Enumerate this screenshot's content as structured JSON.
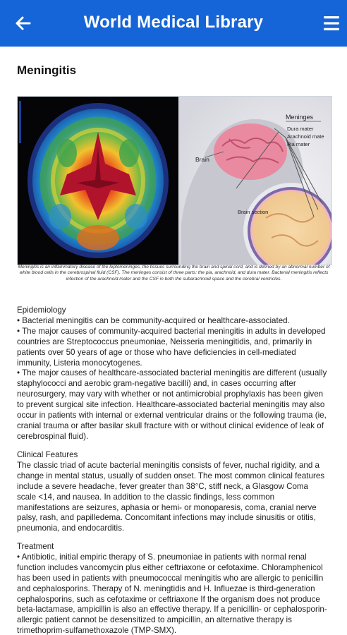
{
  "header": {
    "title": "World Medical Library",
    "back_icon": "arrow-left-icon",
    "menu_icon": "hamburger-menu-icon",
    "color": "#1565d8"
  },
  "article": {
    "title": "Meningitis",
    "figure": {
      "labels": {
        "meninges": "Meninges",
        "dura": "Dura mater",
        "arachnoid": "Arachnoid mate",
        "pia": "Pia mater",
        "brain": "Brain",
        "section": "Brain section"
      }
    },
    "caption": "Meningitis is an inflammatory disease of the leptomeninges, the tissues surrounding the brain and spinal cord, and is defined by an abnormal number of white blood cells in the cerebrospinal fluid (CSF). The meninges consist of three parts: the pia, arachnoid, and dura mater. Bacterial meningitis reflects infection of the arachnoid mater and the CSF in both the subarachnoid space and the cerebral ventricles.",
    "sections": [
      {
        "heading": "Epidemiology",
        "paragraphs": [
          "• Bacterial meningitis can be community-acquired or healthcare-associated.",
          "• The major causes of community-acquired bacterial meningitis in adults in developed countries are Streptococcus pneumoniae, Neisseria meningitidis, and, primarily in patients over 50 years of age or those who have deficiencies in cell-mediated immunity, Listeria monocytogenes.",
          "• The major causes of healthcare-associated bacterial meningitis are different (usually staphylococci and aerobic gram-negative bacilli) and, in cases occurring after neurosurgery, may vary with whether or not antimicrobial prophylaxis has been given to prevent surgical site infection. Healthcare-associated bacterial meningitis may also occur in patients with internal or external ventricular drains or the following trauma (ie, cranial trauma or after basilar skull fracture with or without clinical evidence of leak of cerebrospinal fluid)."
        ]
      },
      {
        "heading": "Clinical Features",
        "paragraphs": [
          "The classic triad of acute bacterial meningitis consists of fever, nuchal rigidity, and a change in mental status, usually of sudden onset. The most common clinical features include a severe headache, fever greater than 38°C, stiff neck, a Glasgow Coma scale <14, and nausea. In addition to the classic findings, less common manifestations are seizures, aphasia or hemi- or monoparesis, coma, cranial nerve palsy, rash, and papilledema. Concomitant infections may include sinusitis or otitis, pneumonia, and endocarditis."
        ]
      },
      {
        "heading": "Treatment",
        "paragraphs": [
          "• Antibiotic, initial empiric therapy of S. pneumoniae in patients with normal renal function includes vancomycin plus either ceftriaxone or cefotaxime. Chloramphenicol  has been used in patients with pneumococcal meningitis who are allergic to penicillin and cephalosporins. Therapy of N. meningtidis and H. Influezae is third-generation cephalosporins, such as cefotaxime or ceftriaxone If the organism does not produce beta-lactamase, ampicillin is also an effective therapy. If a penicillin- or cephalosporin-allergic patient cannot be desensitized to ampicillin, an alternative therapy is trimethoprim-sulfamethoxazole (TMP-SMX)."
        ]
      }
    ]
  }
}
